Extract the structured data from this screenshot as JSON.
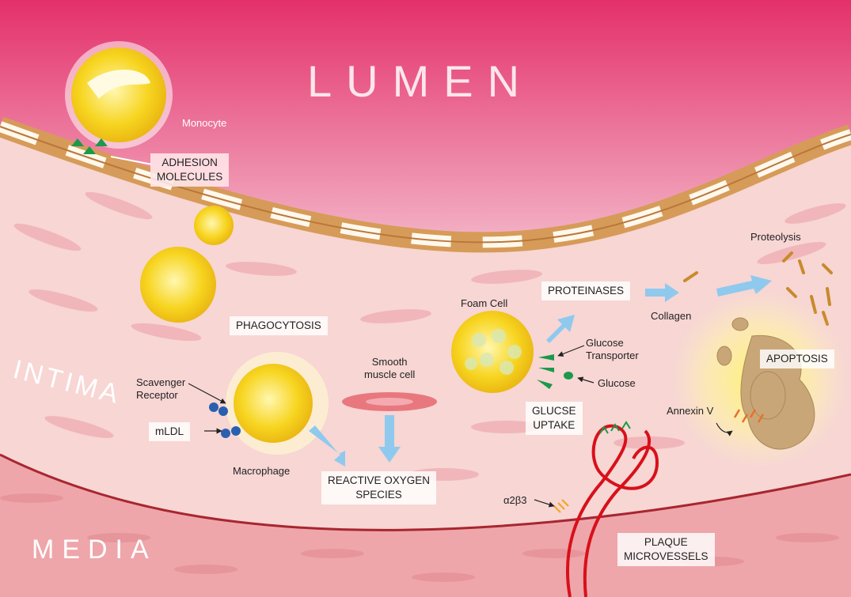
{
  "regions": {
    "lumen": "LUMEN",
    "intima": "INTIMA",
    "media": "MEDIA"
  },
  "labels": {
    "monocyte": "Monocyte",
    "adhesion_molecules": "ADHESION\nMOLECULES",
    "phagocytosis": "PHAGOCYTOSIS",
    "scavenger_receptor": "Scavenger\nReceptor",
    "mldl": "mLDL",
    "macrophage": "Macrophage",
    "smooth_muscle_cell": "Smooth\nmuscle cell",
    "reactive_oxygen_species": "REACTIVE OXYGEN\nSPECIES",
    "foam_cell": "Foam Cell",
    "proteinases": "PROTEINASES",
    "glucose_transporter": "Glucose\nTransporter",
    "glucose": "Glucose",
    "glucose_uptake": "GLUCSE\nUPTAKE",
    "collagen": "Collagen",
    "proteolysis": "Proteolysis",
    "apoptosis": "APOPTOSIS",
    "annexin_v": "Annexin V",
    "alpha2beta3": "α2β3",
    "plaque_microvessels": "PLAQUE\nMICROVESSELS"
  },
  "colors": {
    "lumen_top": "#e5306a",
    "lumen_bottom": "#f2aac0",
    "intima": "#f6d3d3",
    "media": "#eea8ac",
    "endothelium": "#d9a05c",
    "cell_yellow": "#f6d21a",
    "vessel_red": "#d8101a",
    "arrow_blue": "#8fc9ee",
    "receptor_green": "#1a9a4a",
    "receptor_blue": "#2a5fb0"
  }
}
